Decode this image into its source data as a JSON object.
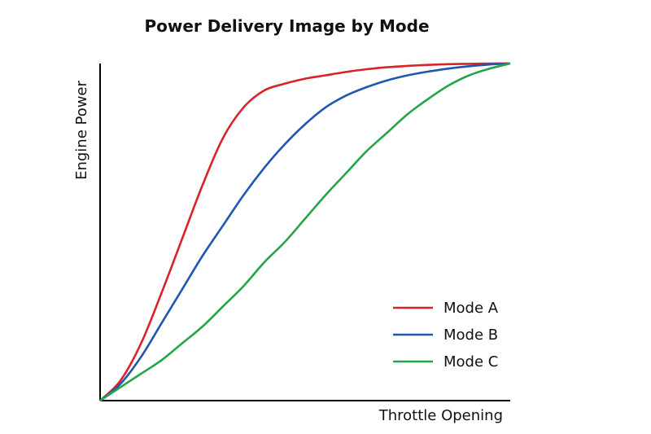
{
  "chart_data": {
    "type": "line",
    "title": "Power Delivery Image by Mode",
    "xlabel": "Throttle Opening",
    "ylabel": "Engine Power",
    "xlim": [
      0,
      100
    ],
    "ylim": [
      0,
      100
    ],
    "grid": false,
    "legend_position": "bottom-right",
    "series": [
      {
        "name": "Mode A",
        "color": "#d9232a",
        "x": [
          0,
          5,
          10,
          15,
          20,
          25,
          30,
          35,
          40,
          45,
          50,
          55,
          60,
          65,
          70,
          75,
          80,
          85,
          90,
          95,
          100
        ],
        "y": [
          0,
          6,
          17,
          32,
          48,
          64,
          78,
          87,
          92,
          94,
          95.5,
          96.5,
          97.5,
          98.3,
          98.9,
          99.3,
          99.6,
          99.8,
          99.9,
          100,
          100
        ]
      },
      {
        "name": "Mode B",
        "color": "#1f57b0",
        "x": [
          0,
          5,
          10,
          15,
          20,
          25,
          30,
          35,
          40,
          45,
          50,
          55,
          60,
          65,
          70,
          75,
          80,
          85,
          90,
          95,
          100
        ],
        "y": [
          0,
          5,
          13,
          23,
          33,
          43,
          52,
          61,
          69,
          76,
          82,
          87,
          90.5,
          93,
          95,
          96.5,
          97.6,
          98.5,
          99.2,
          99.7,
          100
        ]
      },
      {
        "name": "Mode C",
        "color": "#26a448",
        "x": [
          0,
          5,
          10,
          15,
          20,
          25,
          30,
          35,
          40,
          45,
          50,
          55,
          60,
          65,
          70,
          75,
          80,
          85,
          90,
          95,
          100
        ],
        "y": [
          0,
          4,
          8,
          12,
          17,
          22,
          28,
          34,
          41,
          47,
          54,
          61,
          67.5,
          74,
          79.5,
          85,
          89.5,
          93.5,
          96.5,
          98.5,
          100
        ]
      }
    ]
  }
}
